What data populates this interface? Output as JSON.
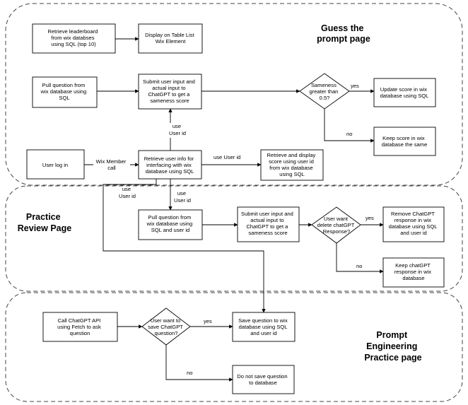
{
  "sections": {
    "guess": {
      "title_lines": [
        "Guess the",
        "prompt page"
      ]
    },
    "review": {
      "title_lines": [
        "Practice",
        "Review Page"
      ]
    },
    "engineering": {
      "title_lines": [
        "Prompt",
        "Engineering",
        "Practice page"
      ]
    }
  },
  "nodes": {
    "retrieve_leaderboard": [
      "Retrieve leaderboard",
      "from wix databses",
      "using SQL (top 10)"
    ],
    "display_table": [
      "Display on Table List",
      "Wix Element"
    ],
    "pull_question_1": [
      "Pull question  from",
      "wix database using",
      "SQL"
    ],
    "submit_input_1": [
      "Submit user input and",
      "actual input to",
      "ChatGPT to get a",
      "sameness score"
    ],
    "sameness_decision": [
      "Sameness",
      "greater than",
      "0.5?"
    ],
    "update_score": [
      "Update score in wix",
      "database using SQL"
    ],
    "keep_score": [
      "Keep score in wix",
      "database the same"
    ],
    "user_login": [
      "User log in"
    ],
    "retrieve_user_info": [
      "Retrieve user info for",
      "interfacing with wix",
      "database using SQL"
    ],
    "retrieve_display_score": [
      "Retrieve and display",
      "score using user id",
      "from wix database",
      "using SQL"
    ],
    "pull_question_2": [
      "Pull question  from",
      "wix database using",
      "SQL and user id"
    ],
    "submit_input_2": [
      "Submit user input and",
      "actual input to",
      "ChatGPT to get a",
      "sameness score"
    ],
    "delete_decision": [
      "User want",
      "delete chatGPT",
      "Response?"
    ],
    "remove_response": [
      "Remove ChatGPT",
      "response in wix",
      "database using SQL",
      "and user id"
    ],
    "keep_response": [
      "Keep chatGPT",
      "response in wix",
      "database"
    ],
    "call_chatgpt": [
      "Call ChatGPT API",
      "using Fetch to ask",
      "question"
    ],
    "save_decision": [
      "User want to",
      "save ChatGPT",
      "question?"
    ],
    "save_question": [
      "Save question to wix",
      "database using SQL",
      "and user id"
    ],
    "not_save": [
      "Do not save question",
      "to database"
    ]
  },
  "edge_labels": {
    "yes_1": "yes",
    "no_1": "no",
    "use_userid_up": [
      "use",
      "User id"
    ],
    "wix_member_call": [
      "Wix Member",
      "call"
    ],
    "use_userid_right": "use User id",
    "use_userid_down": [
      "use",
      "User id"
    ],
    "use_userid_left": [
      "use",
      "User id"
    ],
    "yes_2": "yes",
    "no_2": "no",
    "yes_3": "yes",
    "no_3": "no"
  }
}
